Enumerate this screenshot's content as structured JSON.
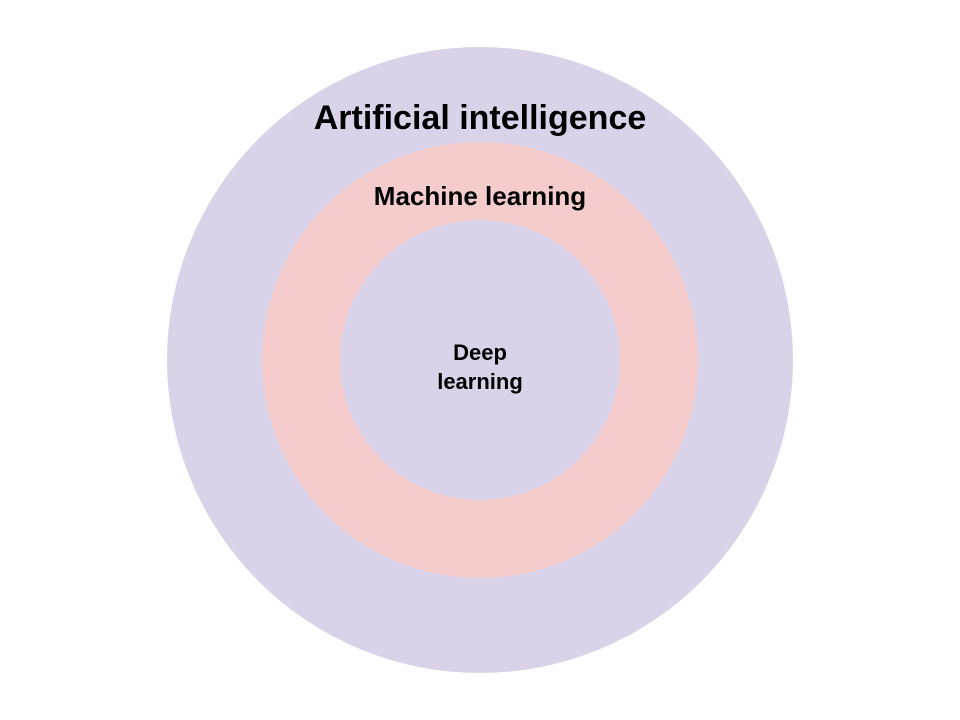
{
  "diagram": {
    "outer": {
      "label": "Artificial intelligence",
      "color": "#d9d2e9"
    },
    "middle": {
      "label": "Machine learning",
      "color": "#f4cccc"
    },
    "inner": {
      "label_line1": "Deep",
      "label_line2": "learning",
      "color": "#d9d2e9"
    }
  }
}
